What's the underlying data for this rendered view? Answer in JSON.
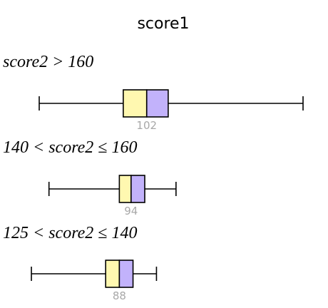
{
  "chart_data": {
    "type": "boxplot",
    "title": "score1",
    "orientation": "horizontal",
    "colors": {
      "lower_box": "#fff8b0",
      "upper_box": "#c2b2fb",
      "median_label": "#a8a8a8"
    },
    "groups": [
      {
        "label": "score2 > 160",
        "min": 47,
        "q1": 90,
        "median": 102,
        "q3": 113,
        "max": 182
      },
      {
        "label": "140 < score2 ≤ 160",
        "min": 52,
        "q1": 88,
        "median": 94,
        "q3": 101,
        "max": 117
      },
      {
        "label": "125 < score2 ≤ 140",
        "min": 43,
        "q1": 81,
        "median": 88,
        "q3": 95,
        "max": 107
      }
    ]
  }
}
